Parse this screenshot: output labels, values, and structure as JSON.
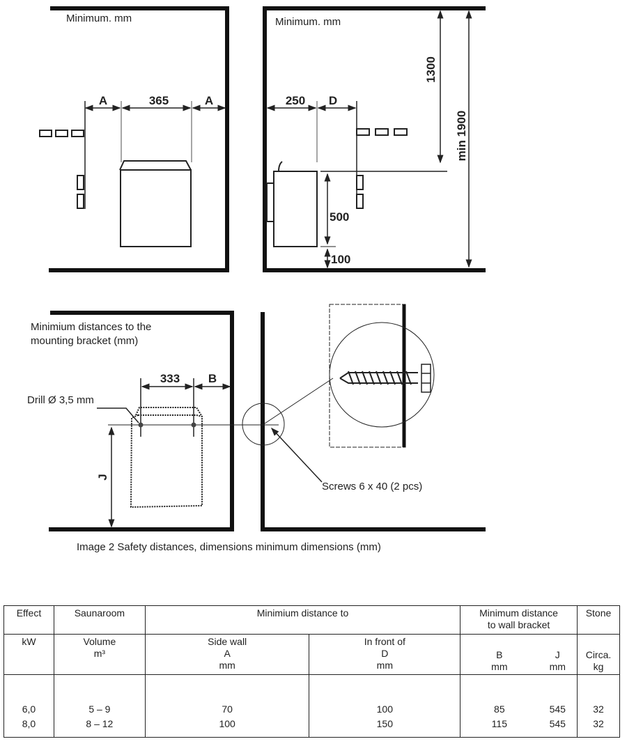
{
  "diagram_top_left": {
    "title": "Minimum. mm",
    "dim_a_left": "A",
    "dim_width": "365",
    "dim_a_right": "A"
  },
  "diagram_top_right": {
    "title": "Minimum. mm",
    "dim_250": "250",
    "dim_d": "D",
    "dim_1300": "1300",
    "dim_min_1900": "min 1900",
    "dim_500": "500",
    "dim_100": "100"
  },
  "diagram_bracket": {
    "title_line1": "Minimium distances to the",
    "title_line2": "mounting bracket (mm)",
    "dim_333": "333",
    "dim_b": "B",
    "drill": "Drill  Ø 3,5 mm",
    "dim_j": "J",
    "screws": "Screws  6 x 40 (2 pcs)"
  },
  "caption": "Image 2  Safety distances, dimensions minimum dimensions (mm)",
  "table": {
    "h1": {
      "effect": "Effect",
      "sauna": "Saunaroom",
      "min": "Minimium distance to",
      "bracket_1": "Minimum distance",
      "bracket_2": "to wall bracket",
      "stone": "Stone"
    },
    "h2": {
      "kw": "kW",
      "volume": "Volume",
      "m3": "m³",
      "side": "Side wall",
      "a": "A",
      "a_mm": "mm",
      "front": "In front of",
      "d": "D",
      "d_mm": "mm",
      "b": "B",
      "b_mm": "mm",
      "j": "J",
      "j_mm": "mm",
      "circa": "Circa.",
      "kg": "kg"
    },
    "rows": [
      {
        "kw": "6,0",
        "vol": "5 – 9",
        "a": "70",
        "d": "100",
        "b": "85",
        "j": "545",
        "kg": "32"
      },
      {
        "kw": "8,0",
        "vol": "8 – 12",
        "a": "100",
        "d": "150",
        "b": "115",
        "j": "545",
        "kg": "32"
      }
    ]
  }
}
